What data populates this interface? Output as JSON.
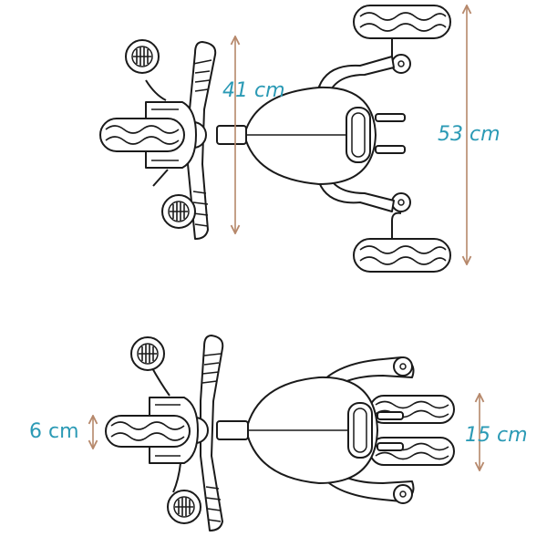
{
  "top_view": {
    "handlebar_width": "41 cm",
    "rear_track_width": "53 cm"
  },
  "bottom_view": {
    "front_wheel_width": "6 cm",
    "rear_wheel_width": "15 cm"
  },
  "colors": {
    "dimension_line": "#b6886b",
    "dimension_text": "#2b9ab5",
    "outline": "#1a1a1a"
  }
}
